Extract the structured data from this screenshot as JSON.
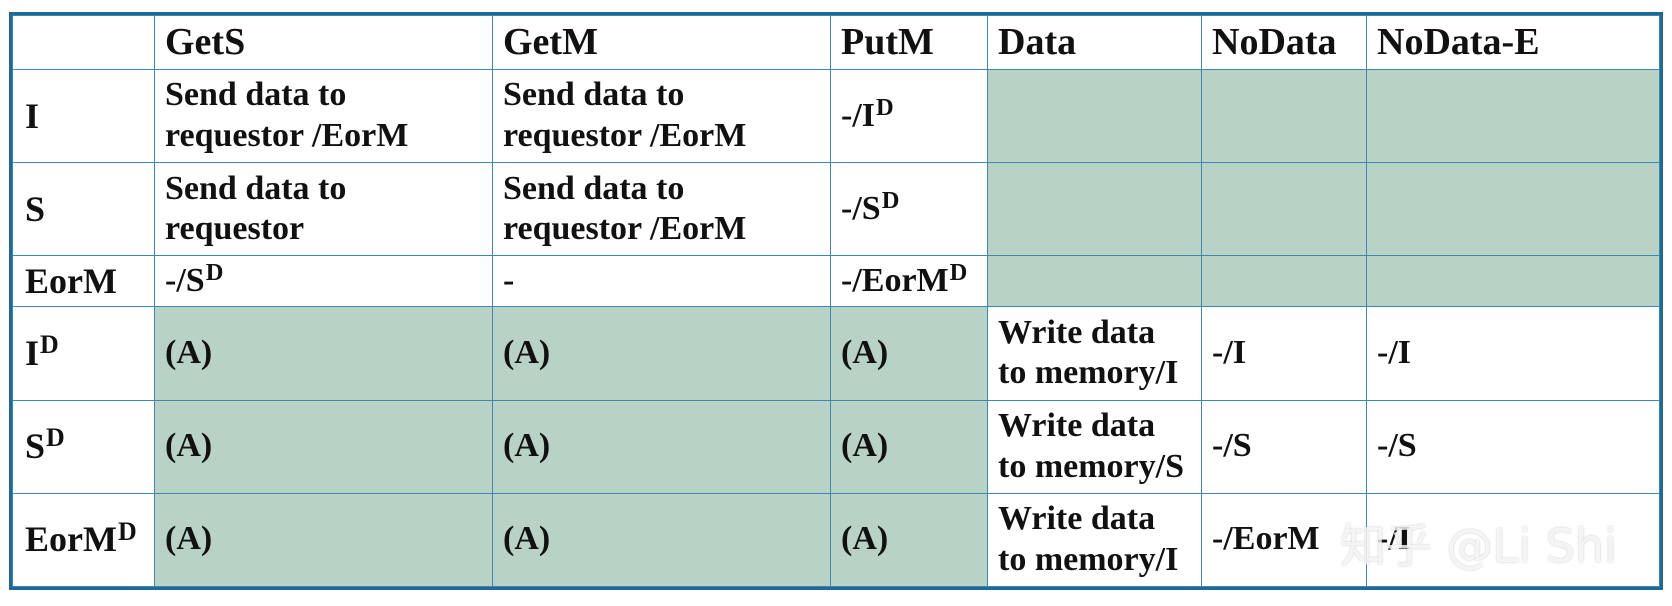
{
  "colors": {
    "border": "#1e6a96",
    "grid_line": "#3c88b3",
    "shaded_cell": "#b8d3c6",
    "text": "#111111"
  },
  "table": {
    "headers": [
      "",
      "GetS",
      "GetM",
      "PutM",
      "Data",
      "NoData",
      "NoData-E"
    ],
    "rows": [
      {
        "label": "I",
        "label_sup": "",
        "cells": [
          {
            "text": "Send data to requestor /EorM",
            "sup": "",
            "shaded": false
          },
          {
            "text": "Send data to requestor /EorM",
            "sup": "",
            "shaded": false
          },
          {
            "text": "-/I",
            "sup": "D",
            "shaded": false
          },
          {
            "text": "",
            "sup": "",
            "shaded": true
          },
          {
            "text": "",
            "sup": "",
            "shaded": true
          },
          {
            "text": "",
            "sup": "",
            "shaded": true
          }
        ]
      },
      {
        "label": "S",
        "label_sup": "",
        "cells": [
          {
            "text": "Send data to requestor",
            "sup": "",
            "shaded": false
          },
          {
            "text": "Send data to requestor /EorM",
            "sup": "",
            "shaded": false
          },
          {
            "text": "-/S",
            "sup": "D",
            "shaded": false
          },
          {
            "text": "",
            "sup": "",
            "shaded": true
          },
          {
            "text": "",
            "sup": "",
            "shaded": true
          },
          {
            "text": "",
            "sup": "",
            "shaded": true
          }
        ]
      },
      {
        "label": "EorM",
        "label_sup": "",
        "cells": [
          {
            "text": "-/S",
            "sup": "D",
            "shaded": false
          },
          {
            "text": "-",
            "sup": "",
            "shaded": false
          },
          {
            "text": "-/EorM",
            "sup": "D",
            "shaded": false
          },
          {
            "text": "",
            "sup": "",
            "shaded": true
          },
          {
            "text": "",
            "sup": "",
            "shaded": true
          },
          {
            "text": "",
            "sup": "",
            "shaded": true
          }
        ]
      },
      {
        "label": "I",
        "label_sup": "D",
        "cells": [
          {
            "text": "(A)",
            "sup": "",
            "shaded": true
          },
          {
            "text": "(A)",
            "sup": "",
            "shaded": true
          },
          {
            "text": "(A)",
            "sup": "",
            "shaded": true
          },
          {
            "text": "Write data to memory/I",
            "sup": "",
            "shaded": false
          },
          {
            "text": "-/I",
            "sup": "",
            "shaded": false
          },
          {
            "text": "-/I",
            "sup": "",
            "shaded": false
          }
        ]
      },
      {
        "label": "S",
        "label_sup": "D",
        "cells": [
          {
            "text": "(A)",
            "sup": "",
            "shaded": true
          },
          {
            "text": "(A)",
            "sup": "",
            "shaded": true
          },
          {
            "text": "(A)",
            "sup": "",
            "shaded": true
          },
          {
            "text": "Write data to memory/S",
            "sup": "",
            "shaded": false
          },
          {
            "text": "-/S",
            "sup": "",
            "shaded": false
          },
          {
            "text": "-/S",
            "sup": "",
            "shaded": false
          }
        ]
      },
      {
        "label": "EorM",
        "label_sup": "D",
        "cells": [
          {
            "text": "(A)",
            "sup": "",
            "shaded": true
          },
          {
            "text": "(A)",
            "sup": "",
            "shaded": true
          },
          {
            "text": "(A)",
            "sup": "",
            "shaded": true
          },
          {
            "text": "Write data to memory/I",
            "sup": "",
            "shaded": false
          },
          {
            "text": "-/EorM",
            "sup": "",
            "shaded": false
          },
          {
            "text": "-/I",
            "sup": "",
            "shaded": false
          }
        ]
      }
    ]
  },
  "watermark": "知乎 @Li Shi"
}
